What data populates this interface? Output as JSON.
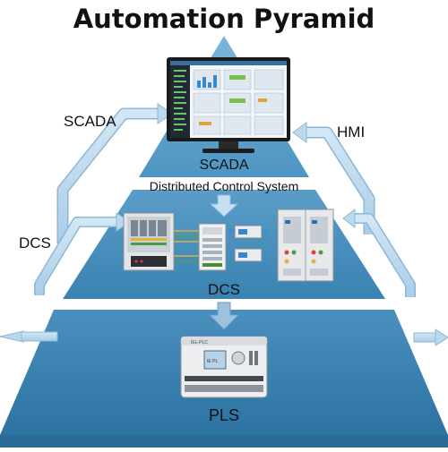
{
  "title": "Automation Pyramid",
  "side_labels": {
    "left_top": "SCADA",
    "right_top": "HMI",
    "left_mid": "DCS"
  },
  "tiers": {
    "top": "SCADA",
    "mid_heading": "Distributed Control System",
    "mid": "DCS",
    "bottom": "PLS"
  },
  "device_plate": {
    "model": "IEL-PLC",
    "screen_text": "IE PL"
  },
  "colors": {
    "top_tier": "#5fa2cc",
    "mid_tier": "#3d86b5",
    "bottom_tier": "#2d78a8",
    "arrow": "#bcd8ec",
    "arrow_edge": "#8ab8d8"
  }
}
